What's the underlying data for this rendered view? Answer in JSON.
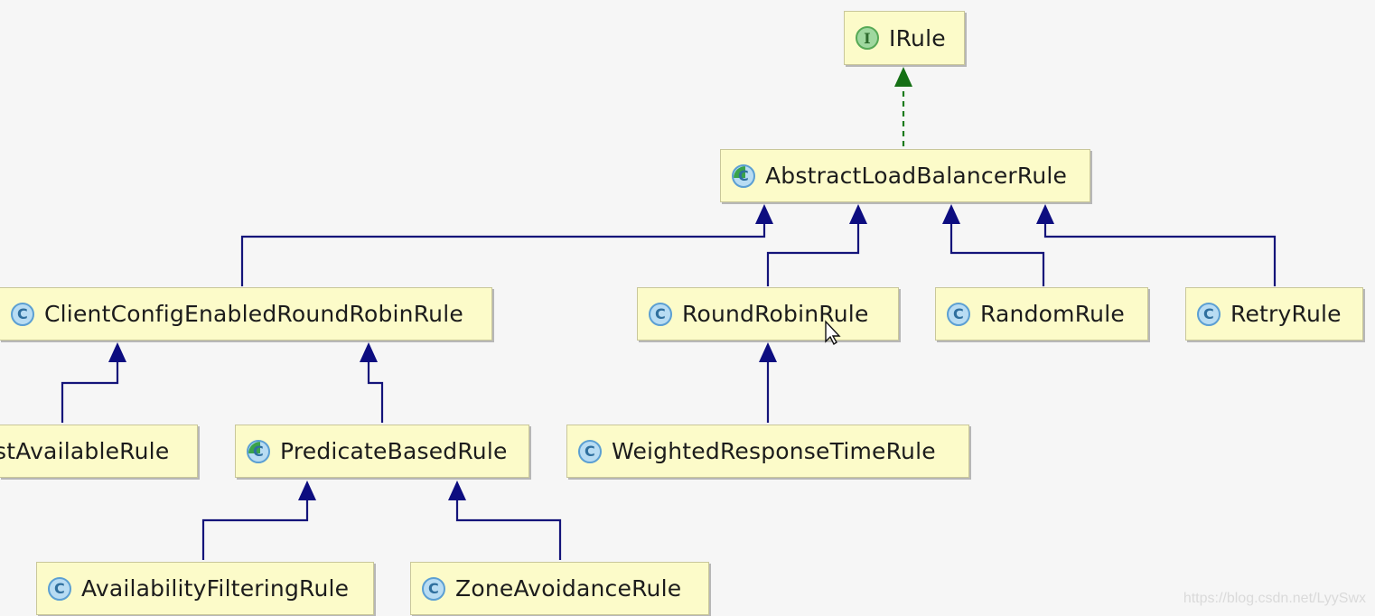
{
  "diagram": {
    "nodes": {
      "irule": {
        "label": "IRule",
        "kind": "interface",
        "badge": "I"
      },
      "abstract_lb_rule": {
        "label": "AbstractLoadBalancerRule",
        "kind": "abstract-class",
        "badge": "C"
      },
      "client_config_rr_rule": {
        "label": "ClientConfigEnabledRoundRobinRule",
        "kind": "class",
        "badge": "C"
      },
      "round_robin_rule": {
        "label": "RoundRobinRule",
        "kind": "class",
        "badge": "C"
      },
      "random_rule": {
        "label": "RandomRule",
        "kind": "class",
        "badge": "C"
      },
      "retry_rule": {
        "label": "RetryRule",
        "kind": "class",
        "badge": "C"
      },
      "best_available_rule": {
        "label": "stAvailableRule",
        "kind": "class-partially-visible"
      },
      "predicate_based_rule": {
        "label": "PredicateBasedRule",
        "kind": "abstract-class",
        "badge": "C"
      },
      "weighted_rt_rule": {
        "label": "WeightedResponseTimeRule",
        "kind": "class",
        "badge": "C"
      },
      "availability_filtering_rule": {
        "label": "AvailabilityFilteringRule",
        "kind": "class",
        "badge": "C"
      },
      "zone_avoidance_rule": {
        "label": "ZoneAvoidanceRule",
        "kind": "class",
        "badge": "C"
      }
    },
    "edges": [
      {
        "from": "abstract_lb_rule",
        "to": "irule",
        "type": "implements"
      },
      {
        "from": "client_config_rr_rule",
        "to": "abstract_lb_rule",
        "type": "extends"
      },
      {
        "from": "round_robin_rule",
        "to": "abstract_lb_rule",
        "type": "extends"
      },
      {
        "from": "random_rule",
        "to": "abstract_lb_rule",
        "type": "extends"
      },
      {
        "from": "retry_rule",
        "to": "abstract_lb_rule",
        "type": "extends"
      },
      {
        "from": "best_available_rule",
        "to": "client_config_rr_rule",
        "type": "extends"
      },
      {
        "from": "predicate_based_rule",
        "to": "client_config_rr_rule",
        "type": "extends"
      },
      {
        "from": "weighted_rt_rule",
        "to": "round_robin_rule",
        "type": "extends"
      },
      {
        "from": "availability_filtering_rule",
        "to": "predicate_based_rule",
        "type": "extends"
      },
      {
        "from": "zone_avoidance_rule",
        "to": "predicate_based_rule",
        "type": "extends"
      }
    ],
    "colors": {
      "node_fill": "#fcfbc9",
      "inheritance_edge": "#14147a",
      "implements_edge": "#1b7a1b",
      "class_badge": "#b8dcf3",
      "interface_badge": "#9fd89f"
    }
  },
  "watermark": "https://blog.csdn.net/LyySwx"
}
